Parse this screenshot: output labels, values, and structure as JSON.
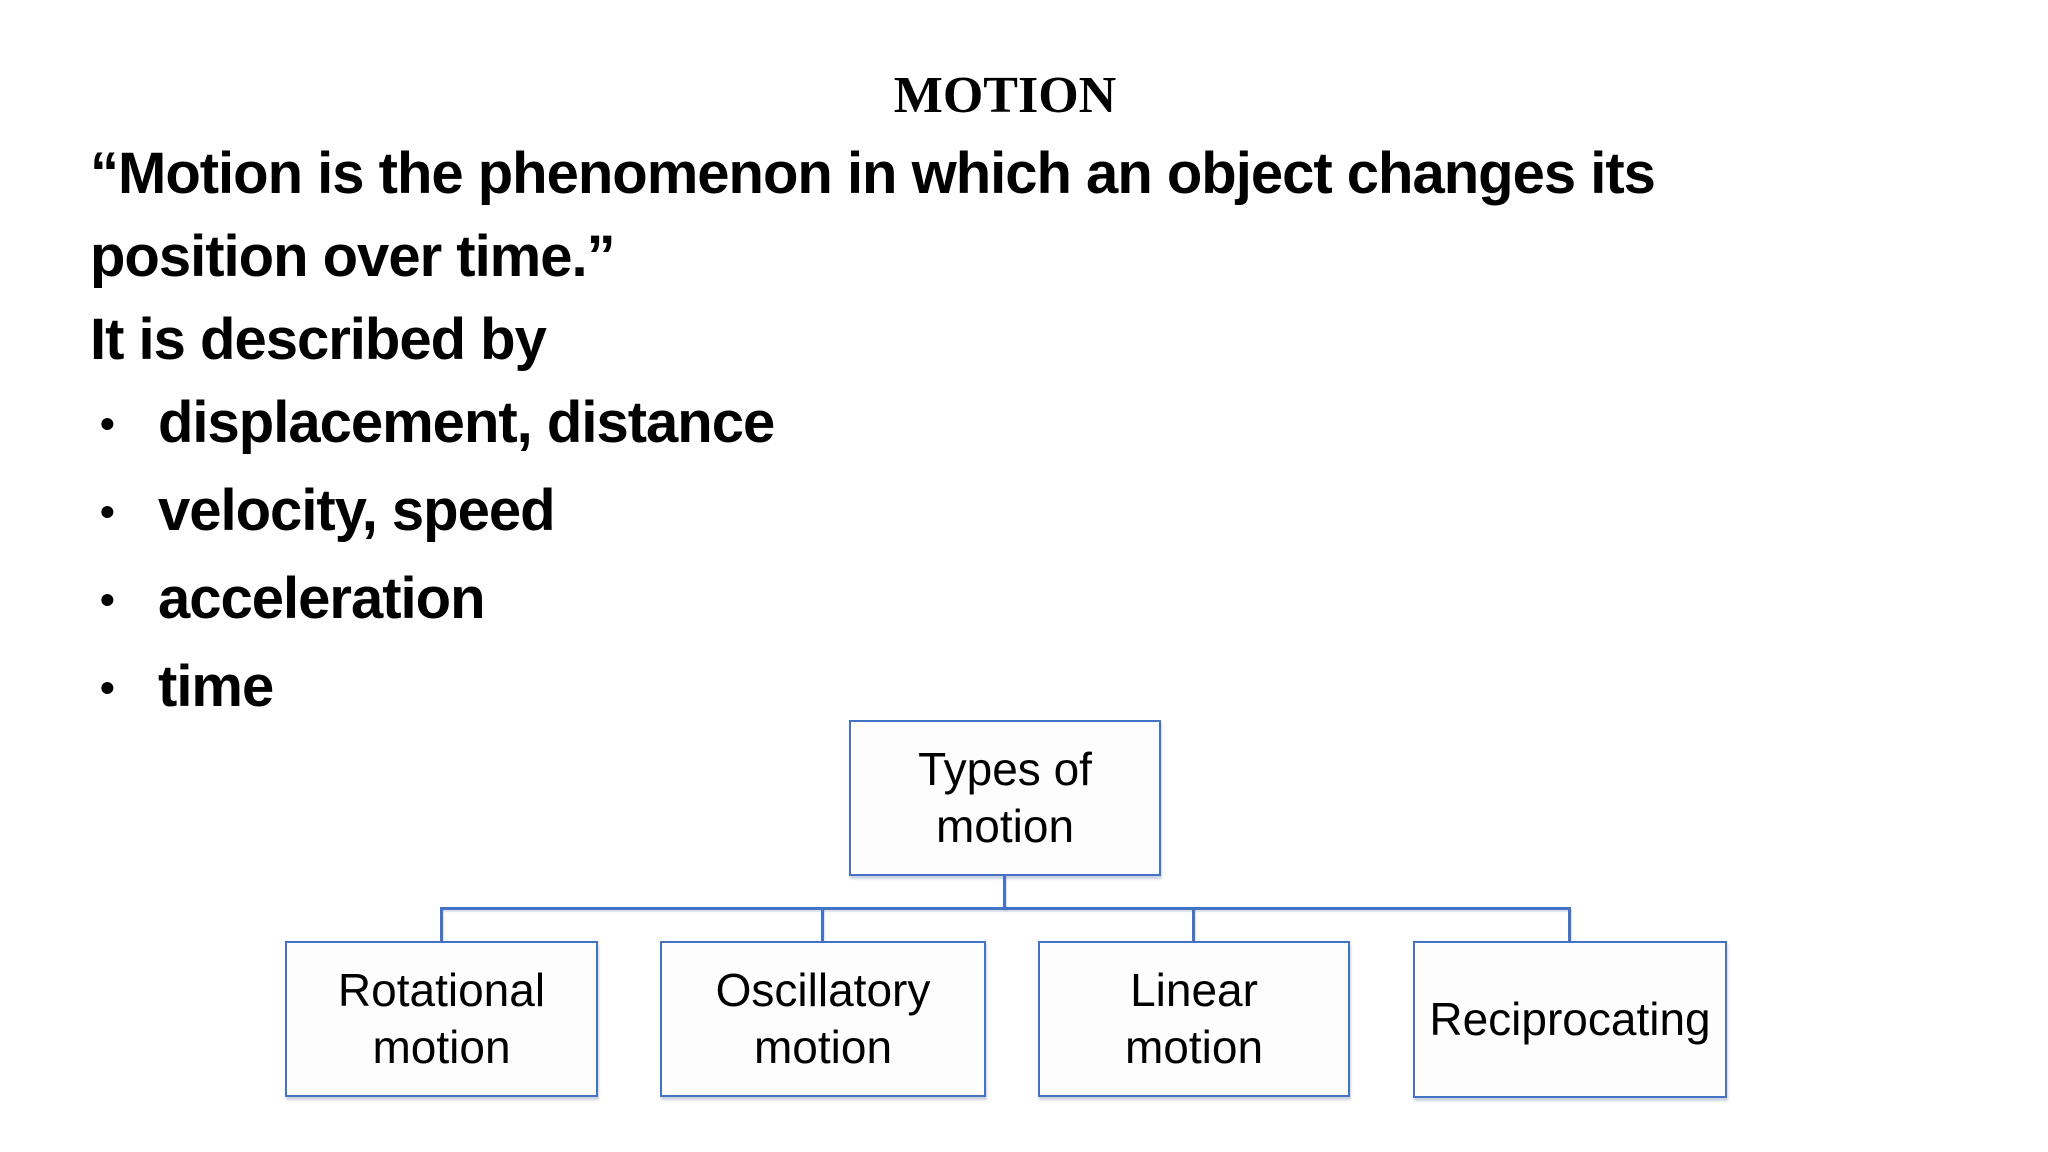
{
  "slide": {
    "title": "MOTION",
    "quote_lines": [
      "“Motion is the phenomenon in which an object changes its",
      "position over time.”"
    ],
    "described_by_label": "It is described by",
    "bullet_char": "•",
    "bullets": [
      "displacement, distance",
      "velocity, speed",
      "acceleration",
      "time"
    ]
  },
  "diagram": {
    "root": {
      "label_lines": [
        "Types of",
        "motion"
      ]
    },
    "children": [
      {
        "label_lines": [
          "Rotational",
          "motion"
        ]
      },
      {
        "label_lines": [
          "Oscillatory",
          "motion"
        ]
      },
      {
        "label_lines": [
          "Linear",
          "motion"
        ]
      },
      {
        "label_lines": [
          "Reciprocating"
        ]
      }
    ]
  },
  "colors": {
    "background": "#ffffff",
    "text": "#000000",
    "accent": "#4472C4"
  }
}
